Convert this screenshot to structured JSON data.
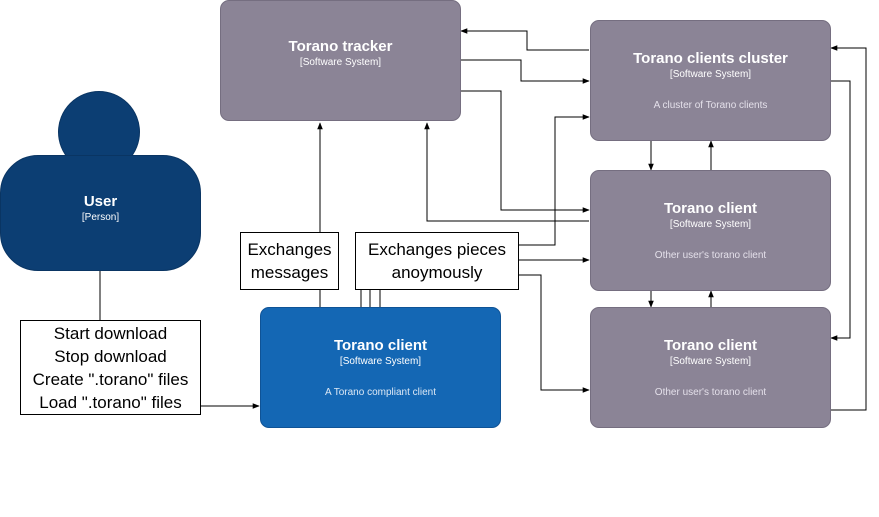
{
  "person": {
    "name": "User",
    "type": "[Person]"
  },
  "tracker": {
    "title": "Torano tracker",
    "type": "[Software System]"
  },
  "cluster": {
    "title": "Torano clients cluster",
    "type": "[Software System]",
    "desc": "A cluster of Torano clients"
  },
  "client_a": {
    "title": "Torano client",
    "type": "[Software System]",
    "desc": "Other user's torano client"
  },
  "client_b": {
    "title": "Torano client",
    "type": "[Software System]",
    "desc": "Other user's torano client"
  },
  "main_client": {
    "title": "Torano client",
    "type": "[Software System]",
    "desc": "A Torano compliant client"
  },
  "labels": {
    "user_actions": [
      "Start download",
      "Stop download",
      "Create \".torano\" files",
      "Load \".torano\" files"
    ],
    "exchanges_messages": [
      "Exchanges",
      "messages"
    ],
    "exchanges_pieces": [
      "Exchanges pieces",
      "anoymously"
    ]
  },
  "colors": {
    "system_gray": "#8b8496",
    "client_blue": "#1467b4",
    "person_navy": "#0c3e73"
  }
}
